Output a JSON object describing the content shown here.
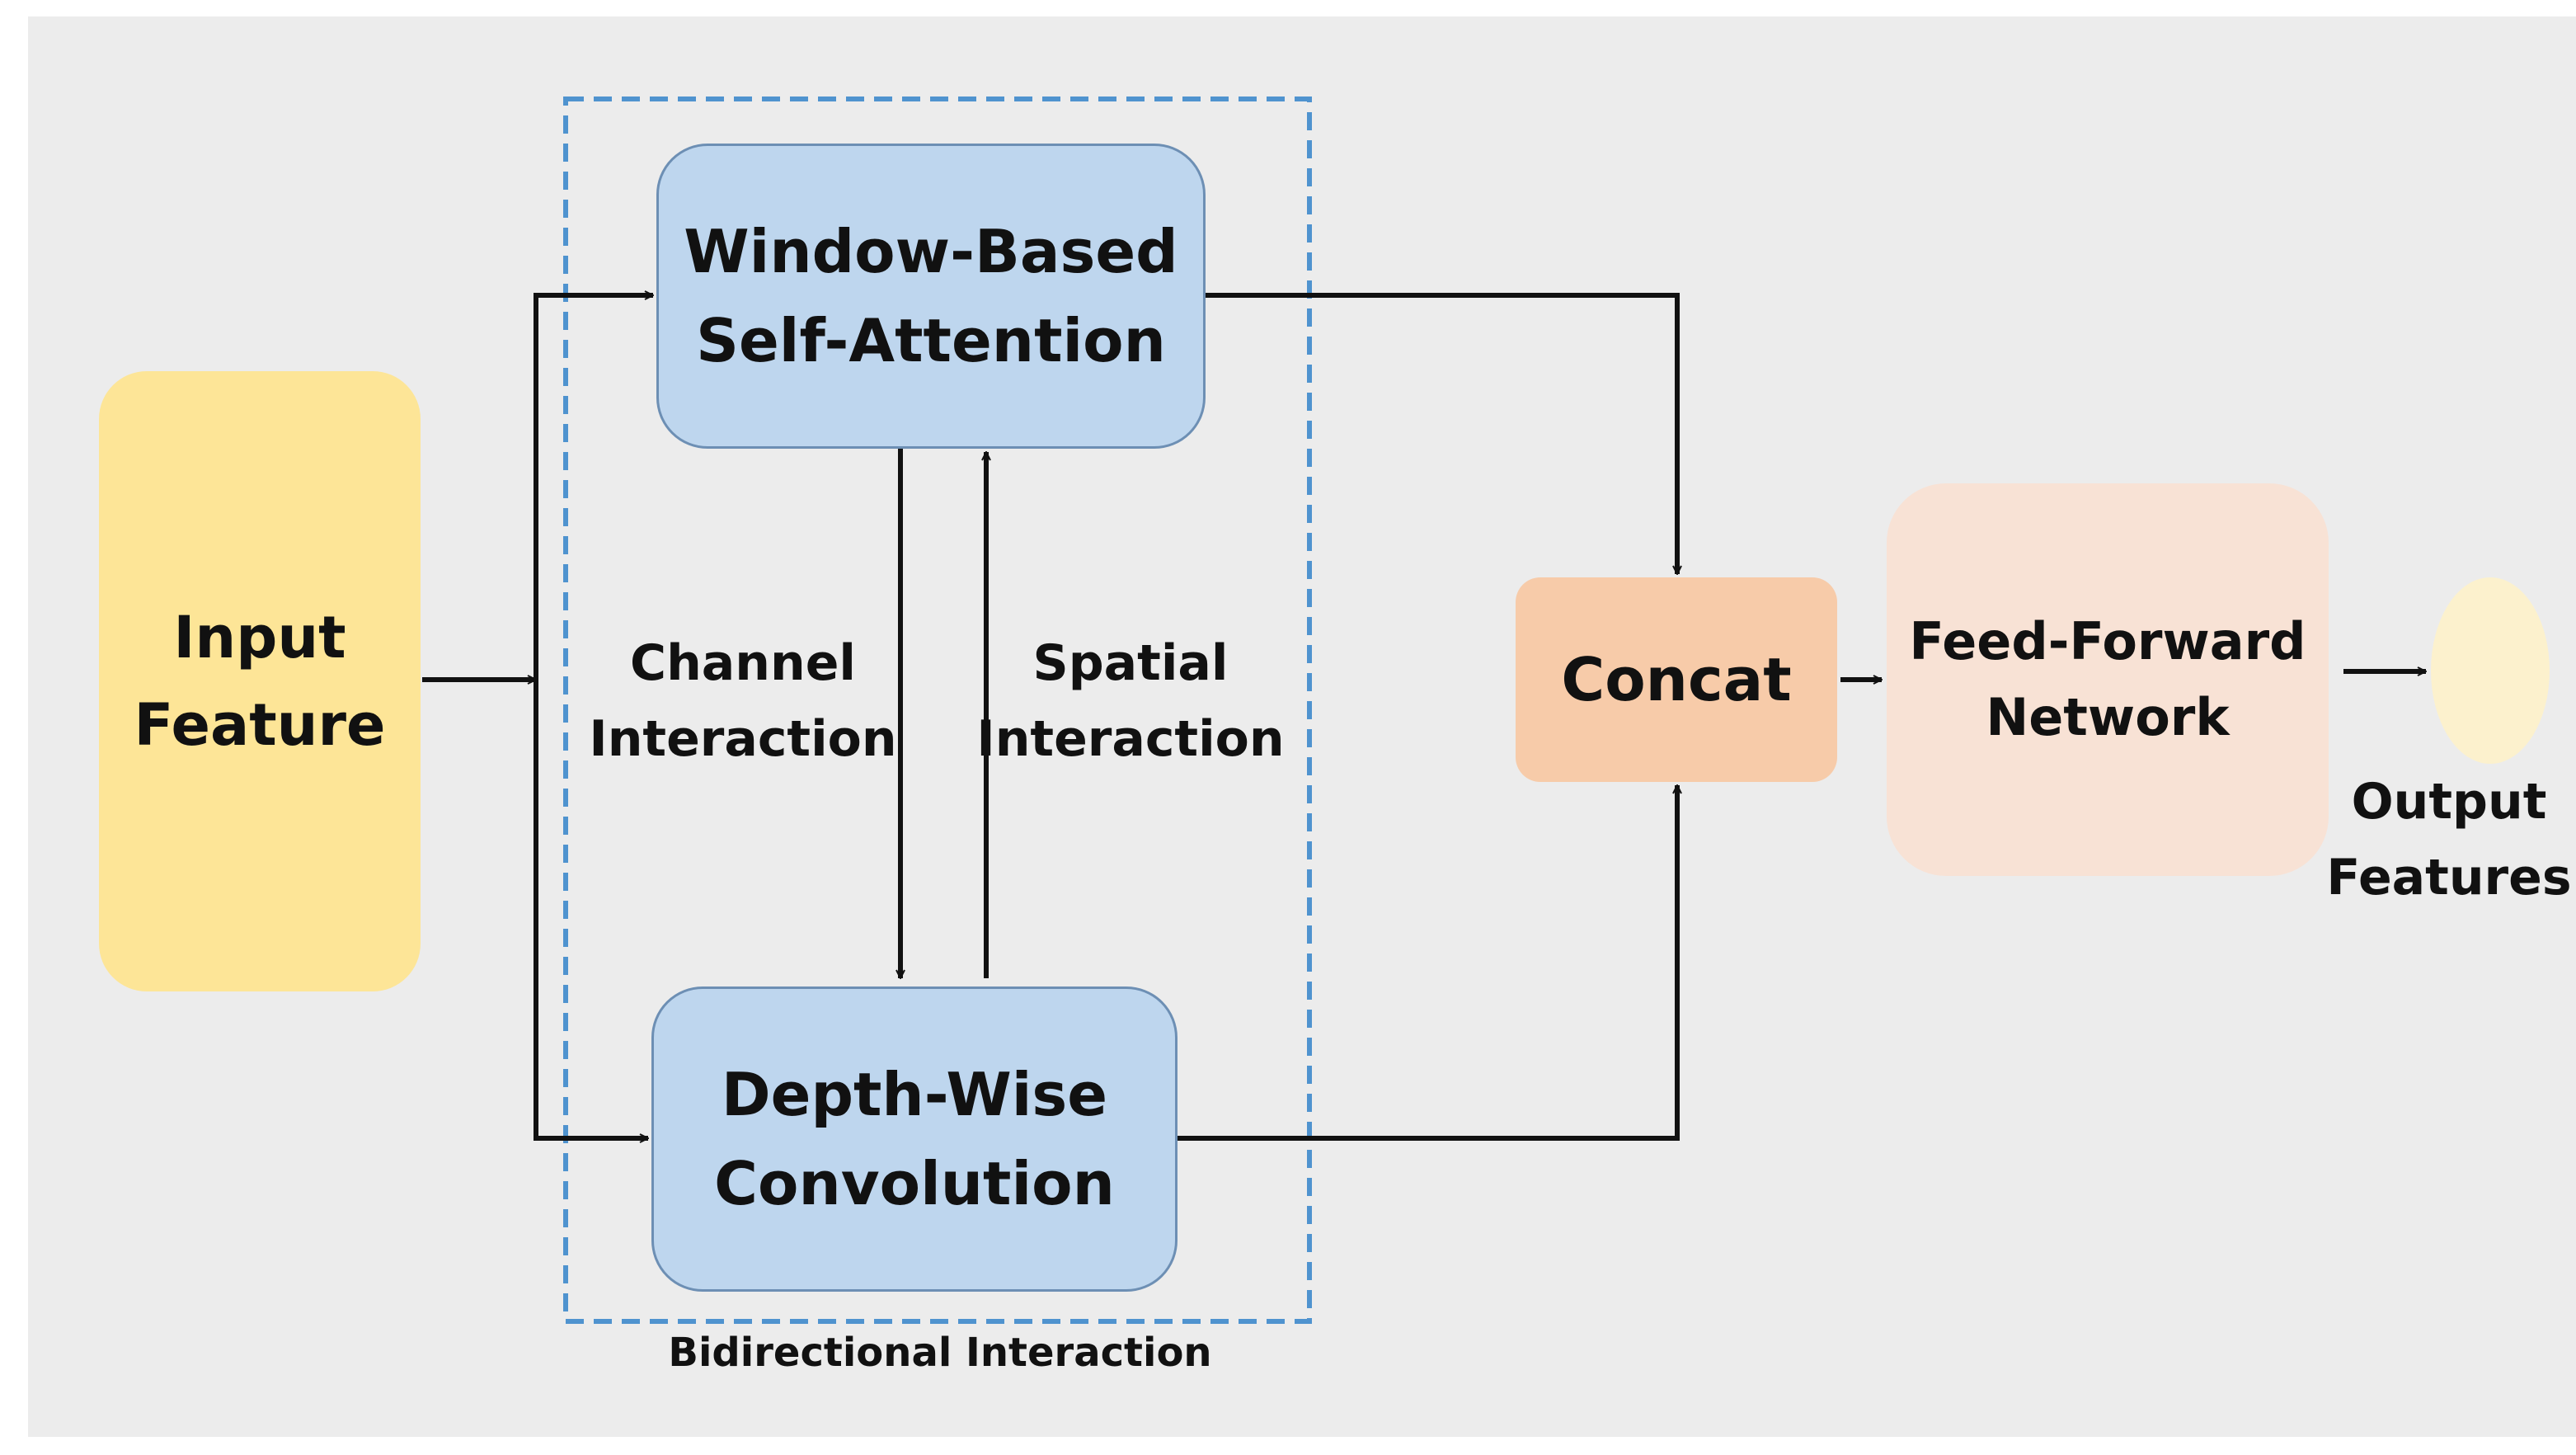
{
  "diagram": {
    "input": {
      "lines": [
        "Input",
        "Feature"
      ]
    },
    "attention": {
      "lines": [
        "Window-Based",
        "Self-Attention"
      ]
    },
    "conv": {
      "lines": [
        "Depth-Wise",
        "Convolution"
      ]
    },
    "channel": {
      "lines": [
        "Channel",
        "Interaction"
      ]
    },
    "spatial": {
      "lines": [
        "Spatial",
        "Interaction"
      ]
    },
    "group": {
      "label": "Bidirectional Interaction"
    },
    "concat": {
      "label": "Concat"
    },
    "ffn": {
      "lines": [
        "Feed-Forward",
        "Network"
      ]
    },
    "output": {
      "lines": [
        "Output",
        "Features"
      ]
    }
  },
  "colors": {
    "background": "#ececec",
    "input_fill": "#fde597",
    "module_fill": "#bed6ee",
    "module_border": "#6d8fb4",
    "concat_fill": "#f7cba9",
    "ffn_fill": "#f8e2d5",
    "output_fill": "#fcf1cd",
    "group_border": "#4f93cf",
    "arrow": "#111111"
  }
}
